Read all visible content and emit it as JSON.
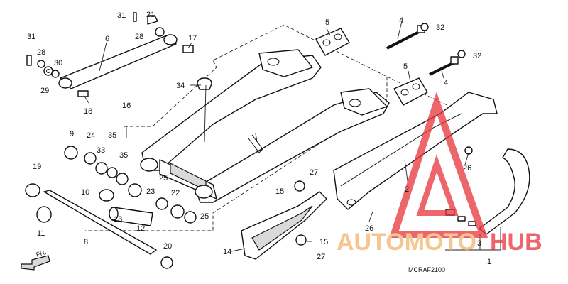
{
  "diagram": {
    "drawing_code": "MCRAF2100",
    "direction_label": "FR.",
    "callouts": [
      {
        "id": "c31a",
        "text": "31"
      },
      {
        "id": "c21",
        "text": "21"
      },
      {
        "id": "c28a",
        "text": "28"
      },
      {
        "id": "c31b",
        "text": "31"
      },
      {
        "id": "c6",
        "text": "6"
      },
      {
        "id": "c28b",
        "text": "28"
      },
      {
        "id": "c30",
        "text": "30"
      },
      {
        "id": "c29",
        "text": "29"
      },
      {
        "id": "c17",
        "text": "17"
      },
      {
        "id": "c18",
        "text": "18"
      },
      {
        "id": "c5a",
        "text": "5"
      },
      {
        "id": "c4a",
        "text": "4"
      },
      {
        "id": "c32a",
        "text": "32"
      },
      {
        "id": "c32b",
        "text": "32"
      },
      {
        "id": "c5b",
        "text": "5"
      },
      {
        "id": "c4b",
        "text": "4"
      },
      {
        "id": "c34",
        "text": "34"
      },
      {
        "id": "c16",
        "text": "16"
      },
      {
        "id": "c9",
        "text": "9"
      },
      {
        "id": "c24",
        "text": "24"
      },
      {
        "id": "c35a",
        "text": "35"
      },
      {
        "id": "c33",
        "text": "33"
      },
      {
        "id": "c35b",
        "text": "35"
      },
      {
        "id": "c19",
        "text": "19"
      },
      {
        "id": "c10",
        "text": "10"
      },
      {
        "id": "c23",
        "text": "23"
      },
      {
        "id": "c25a",
        "text": "25"
      },
      {
        "id": "c22",
        "text": "22"
      },
      {
        "id": "c13",
        "text": "13"
      },
      {
        "id": "c12",
        "text": "12"
      },
      {
        "id": "c25b",
        "text": "25"
      },
      {
        "id": "c11",
        "text": "11"
      },
      {
        "id": "c8",
        "text": "8"
      },
      {
        "id": "c20",
        "text": "20"
      },
      {
        "id": "c27a",
        "text": "27"
      },
      {
        "id": "c15a",
        "text": "15"
      },
      {
        "id": "c2",
        "text": "2"
      },
      {
        "id": "c26a",
        "text": "26"
      },
      {
        "id": "c26b",
        "text": "26"
      },
      {
        "id": "c14",
        "text": "14"
      },
      {
        "id": "c15b",
        "text": "15"
      },
      {
        "id": "c27b",
        "text": "27"
      },
      {
        "id": "c3",
        "text": "3"
      },
      {
        "id": "c1",
        "text": "1"
      }
    ]
  },
  "watermark": {
    "text_part1": "AUTOMOTO",
    "text_part2": "HUB",
    "color_primary": "#e8333a",
    "color_secondary": "#f2b36b"
  }
}
